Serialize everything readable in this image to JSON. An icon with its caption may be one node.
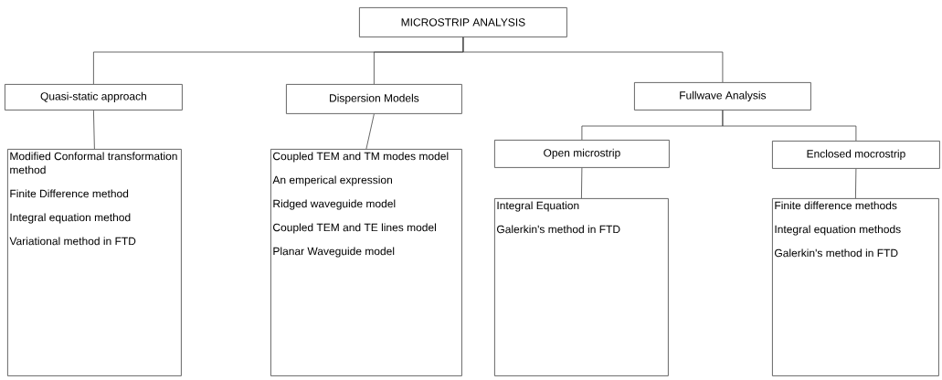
{
  "diagram": {
    "nodes": [
      {
        "text": [
          "MICROSTRIP ANALYSIS"
        ]
      },
      {
        "text": [
          "Quasi-static approach"
        ]
      },
      {
        "text": [
          "Dispersion Models"
        ]
      },
      {
        "text": [
          "Fullwave Analysis"
        ]
      },
      {
        "text": [
          "Open microstrip"
        ]
      },
      {
        "text": [
          "Enclosed mocrostrip"
        ]
      },
      {
        "text": [
          "Modified Conformal transformation method",
          "Finite Difference method",
          "Integral equation method",
          "Variational method in FTD"
        ]
      },
      {
        "text": [
          "Coupled TEM and TM modes model",
          "An emperical expression",
          "Ridged waveguide model",
          "Coupled TEM and TE lines model",
          "Planar Waveguide model"
        ]
      },
      {
        "text": [
          "Integral Equation",
          "Galerkin's method in FTD"
        ]
      },
      {
        "text": [
          "Finite difference methods",
          "Integral equation methods",
          "Galerkin's method in FTD"
        ]
      }
    ],
    "edges": [
      {
        "from": 0,
        "to": 1,
        "arrow": "none"
      },
      {
        "from": 0,
        "to": 2,
        "arrow": "none"
      },
      {
        "from": 0,
        "to": 3,
        "arrow": "none"
      },
      {
        "from": 1,
        "to": 6,
        "arrow": "none"
      },
      {
        "from": 2,
        "to": 7,
        "arrow": "none"
      },
      {
        "from": 3,
        "to": 4,
        "arrow": "none"
      },
      {
        "from": 3,
        "to": 5,
        "arrow": "none"
      },
      {
        "from": 4,
        "to": 8,
        "arrow": "none"
      },
      {
        "from": 5,
        "to": 9,
        "arrow": "none"
      }
    ]
  }
}
